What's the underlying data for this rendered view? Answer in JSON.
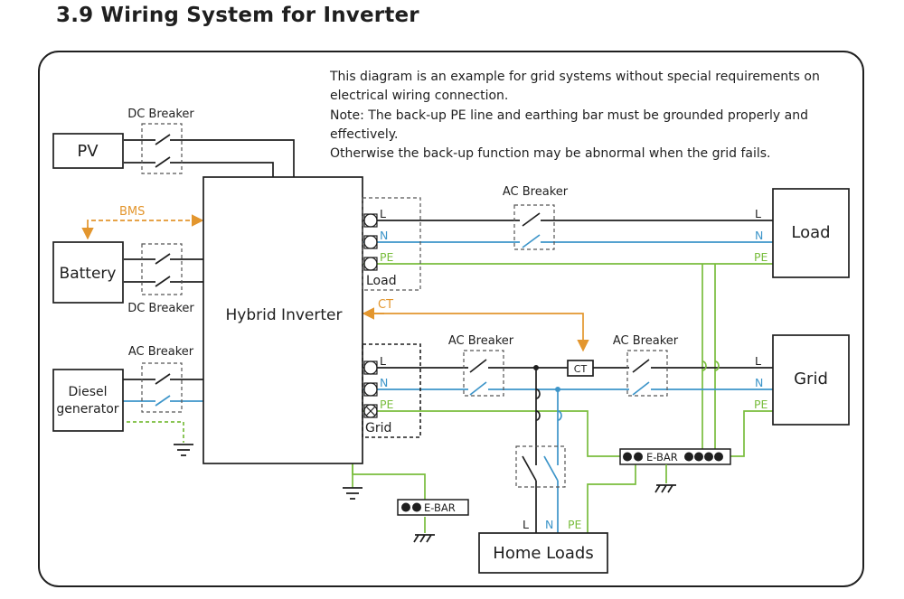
{
  "title": "3.9 Wiring System for Inverter",
  "notes": [
    "This diagram is an example for grid systems without special requirements on",
    "electrical wiring connection.",
    "Note: The back-up PE line and earthing bar must be grounded properly and",
    "effectively.",
    "Otherwise the back-up function may be abnormal when the grid fails."
  ],
  "components": {
    "pv": "PV",
    "battery": "Battery",
    "diesel_line1": "Diesel",
    "diesel_line2": "generator",
    "inverter": "Hybrid Inverter",
    "load": "Load",
    "grid": "Grid",
    "home_loads": "Home Loads"
  },
  "breakers": {
    "dc_pv": "DC Breaker",
    "dc_battery": "DC Breaker",
    "ac_diesel": "AC Breaker",
    "ac_load": "AC Breaker",
    "ac_grid_left": "AC Breaker",
    "ac_grid_right": "AC Breaker"
  },
  "signals": {
    "bms": "BMS",
    "ct": "CT",
    "ct_box": "CT"
  },
  "terminals": {
    "load_port": {
      "l": "L",
      "n": "N",
      "pe": "PE",
      "name": "Load"
    },
    "grid_port": {
      "l": "L",
      "n": "N",
      "pe": "PE",
      "name": "Grid"
    },
    "load_side": {
      "l": "L",
      "n": "N",
      "pe": "PE"
    },
    "grid_side": {
      "l": "L",
      "n": "N",
      "pe": "PE"
    },
    "home_side": {
      "l": "L",
      "n": "N",
      "pe": "PE"
    }
  },
  "ebars": {
    "main": "E-BAR",
    "small": "E-BAR"
  },
  "colors": {
    "line_l": "#1f1f1f",
    "line_n": "#3d95c9",
    "line_pe": "#79bd3d",
    "signal": "#e3962e"
  }
}
